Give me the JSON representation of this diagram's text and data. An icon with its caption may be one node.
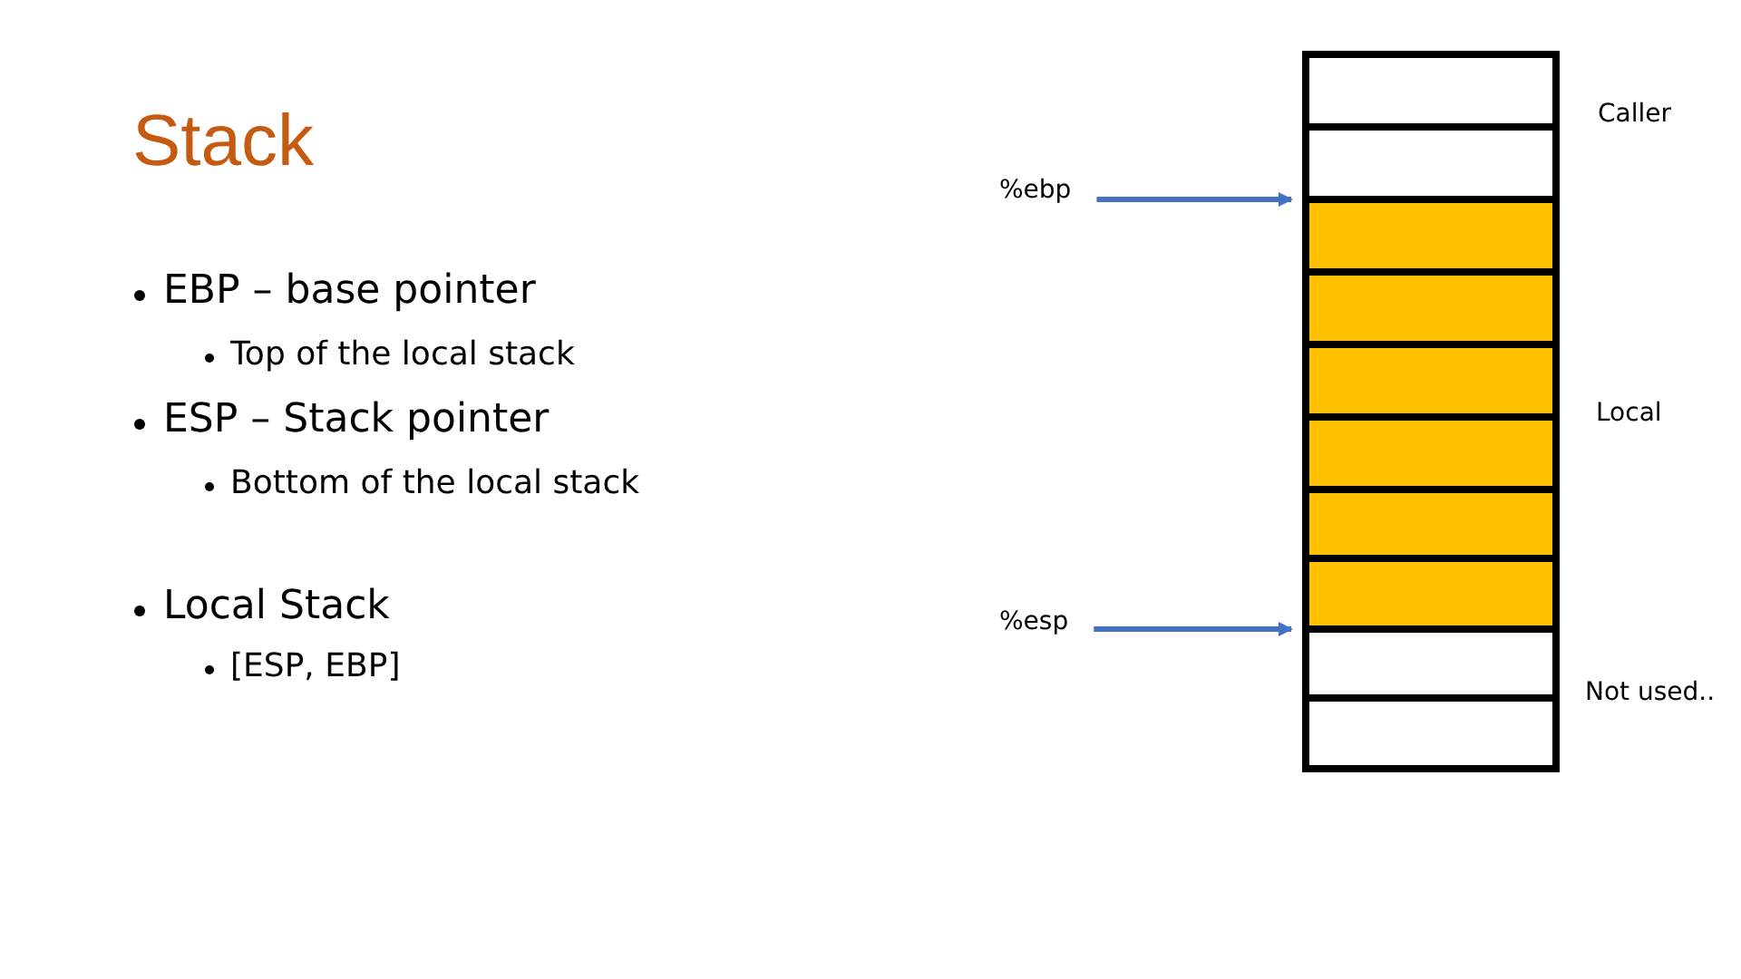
{
  "diagram": {
    "title": "Stack",
    "nodes": [
      {
        "text": [
          "%ebp"
        ]
      },
      {
        "text": [
          "%esp"
        ]
      },
      {
        "text": [],
        "shape": "box"
      },
      {
        "text": [],
        "shape": "box"
      },
      {
        "text": [],
        "shape": "box"
      },
      {
        "text": [],
        "shape": "box"
      },
      {
        "text": [],
        "shape": "box"
      },
      {
        "text": [],
        "shape": "box"
      },
      {
        "text": [],
        "shape": "box"
      },
      {
        "text": [],
        "shape": "box"
      },
      {
        "text": [],
        "shape": "box"
      },
      {
        "text": [],
        "shape": "box"
      }
    ],
    "edges": [
      {
        "from": 0,
        "to": 4,
        "arrow": "to"
      },
      {
        "from": 1,
        "to": 10,
        "arrow": "to"
      }
    ],
    "labels": [
      "EBP – base pointer",
      "Top of the local stack",
      "ESP – Stack pointer",
      "Bottom of the local stack",
      "Local Stack",
      "[ESP, EBP]",
      "Caller",
      "Local",
      "Not used.."
    ]
  }
}
